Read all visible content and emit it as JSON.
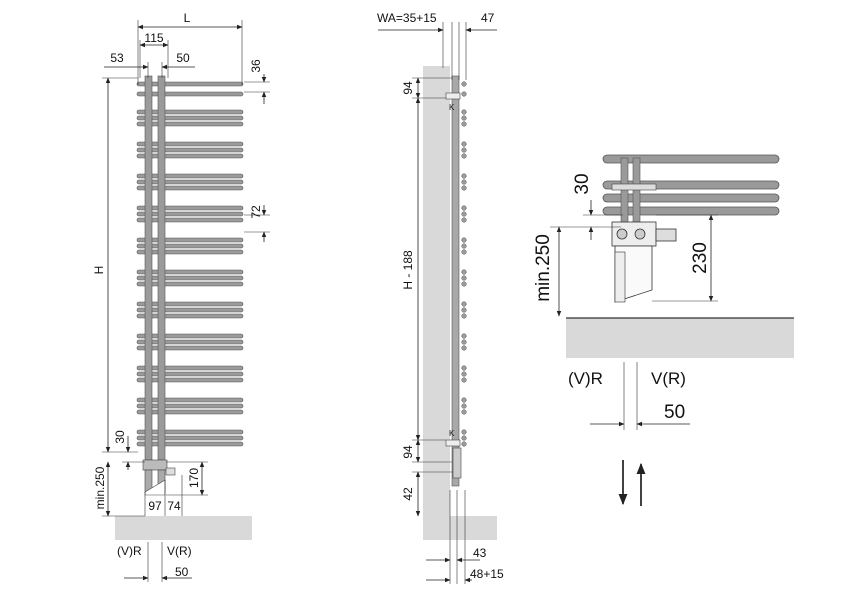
{
  "colors": {
    "tube_fill": "#9a9a9a",
    "tube_stroke": "#555555",
    "floor": "#d9d9d9",
    "wall": "#d9d9d9",
    "line": "#222222"
  },
  "front_view": {
    "dim_L": "L",
    "dim_115": "115",
    "dim_53": "53",
    "dim_50_top": "50",
    "dim_36": "36",
    "dim_72": "72",
    "dim_H": "H",
    "dim_30": "30",
    "dim_min250": "min.250",
    "dim_170": "170",
    "dim_97": "97",
    "dim_74": "74",
    "label_vr": "(V)R",
    "label_v_r": "V(R)",
    "dim_50_bottom": "50",
    "bar_groups": 12
  },
  "side_view": {
    "dim_wa": "WA=35+15",
    "dim_47": "47",
    "dim_94_top": "94",
    "dim_h188": "H - 188",
    "dim_94_bottom": "94",
    "dim_42": "42",
    "dim_43": "43",
    "dim_48_15": "48+15",
    "marker_k_top": "K",
    "marker_k_bottom": "K"
  },
  "detail_view": {
    "dim_30": "30",
    "dim_min250": "min.250",
    "dim_230": "230",
    "label_vr": "(V)R",
    "label_v_r": "V(R)",
    "dim_50": "50"
  }
}
